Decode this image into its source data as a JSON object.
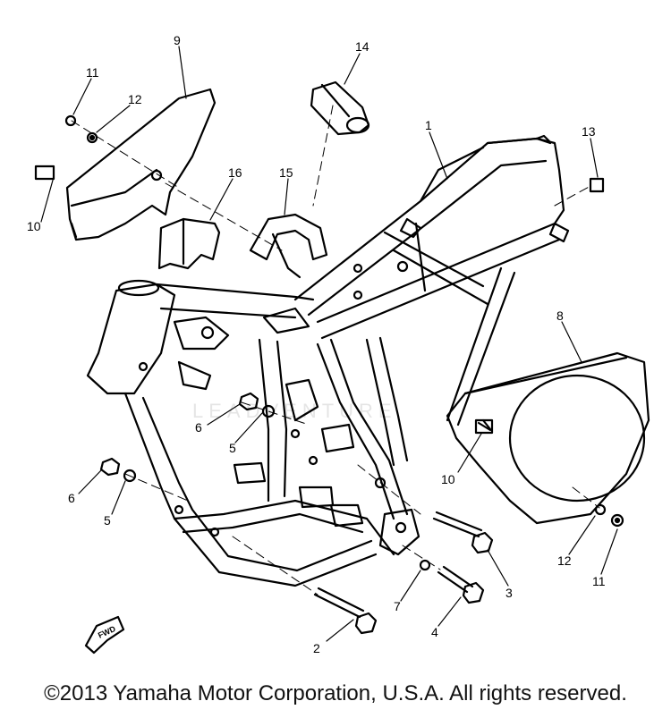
{
  "diagram": {
    "callouts": {
      "c1": "1",
      "c2": "2",
      "c3": "3",
      "c4": "4",
      "c5a": "5",
      "c5b": "5",
      "c6a": "6",
      "c6b": "6",
      "c7": "7",
      "c8": "8",
      "c9": "9",
      "c10a": "10",
      "c10b": "10",
      "c11a": "11",
      "c11b": "11",
      "c12a": "12",
      "c12b": "12",
      "c13": "13",
      "c14": "14",
      "c15": "15",
      "c16": "16"
    },
    "fwd_label": "FWD"
  },
  "footer": {
    "copyright": "©2013 Yamaha Motor Corporation, U.S.A. All rights reserved."
  }
}
